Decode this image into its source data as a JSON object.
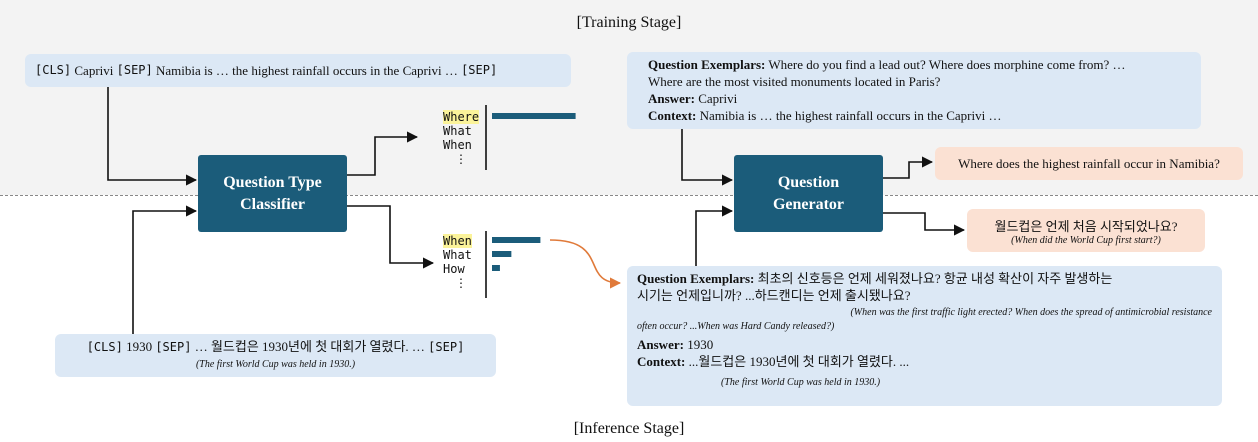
{
  "stages": {
    "training": "[Training Stage]",
    "inference": "[Inference Stage]"
  },
  "training": {
    "input": {
      "cls": "[CLS]",
      "word": "Caprivi",
      "sep1": "[SEP]",
      "text": "Namibia is … the highest rainfall occurs in the Caprivi …",
      "sep2": "[SEP]"
    },
    "type_words": [
      "Where",
      "What",
      "When",
      "⋮"
    ],
    "type_bars": [
      0.95
    ],
    "generator_input": {
      "exemplars_label": "Question Exemplars:",
      "exemplars_line1": "Where do you find a lead out? Where does morphine come from? …",
      "exemplars_line2": "Where are the most visited monuments located in Paris?",
      "answer_label": "Answer:",
      "answer": "Caprivi",
      "context_label": "Context:",
      "context": "Namibia is … the highest rainfall occurs in the Caprivi …"
    },
    "output": "Where does the highest rainfall occur in Namibia?"
  },
  "models": {
    "classifier": [
      "Question Type",
      "Classifier"
    ],
    "generator": [
      "Question",
      "Generator"
    ]
  },
  "inference": {
    "input": {
      "cls": "[CLS]",
      "word": "1930",
      "sep1": "[SEP]",
      "text": "… 월드컵은 1930년에 첫 대회가 열렸다. …",
      "sep2": "[SEP]",
      "translation": "(The first World Cup was held in 1930.)"
    },
    "type_words": [
      "When",
      "What",
      "How",
      "⋮"
    ],
    "type_bars": [
      0.55,
      0.22,
      0.09
    ],
    "generator_input": {
      "exemplars_label": "Question Exemplars:",
      "exemplars_line1": "최초의 신호등은 언제 세워졌나요? 항균 내성 확산이 자주 발생하는",
      "exemplars_line2": "시기는 언제입니까? ...하드캔디는 언제 출시됐나요?",
      "translation_line1": "(When was the first traffic light erected? When does the spread of antimicrobial resistance",
      "translation_line2": "often occur? ...When was Hard Candy released?)",
      "answer_label": "Answer:",
      "answer": "1930",
      "context_label": "Context:",
      "context": "...월드컵은 1930년에 첫 대회가 열렸다. ...",
      "context_translation": "(The first World Cup was held in 1930.)"
    },
    "output": "월드컵은 언제 처음 시작되었나요?",
    "output_translation": "(When did the World Cup first start?)"
  },
  "colors": {
    "model": "#1b5c7a",
    "input_box": "#dce8f5",
    "output_box": "#fbe1d3",
    "highlight": "#fbf39a",
    "bar": "#1b5c7a",
    "curve_arrow": "#e07a3a"
  }
}
